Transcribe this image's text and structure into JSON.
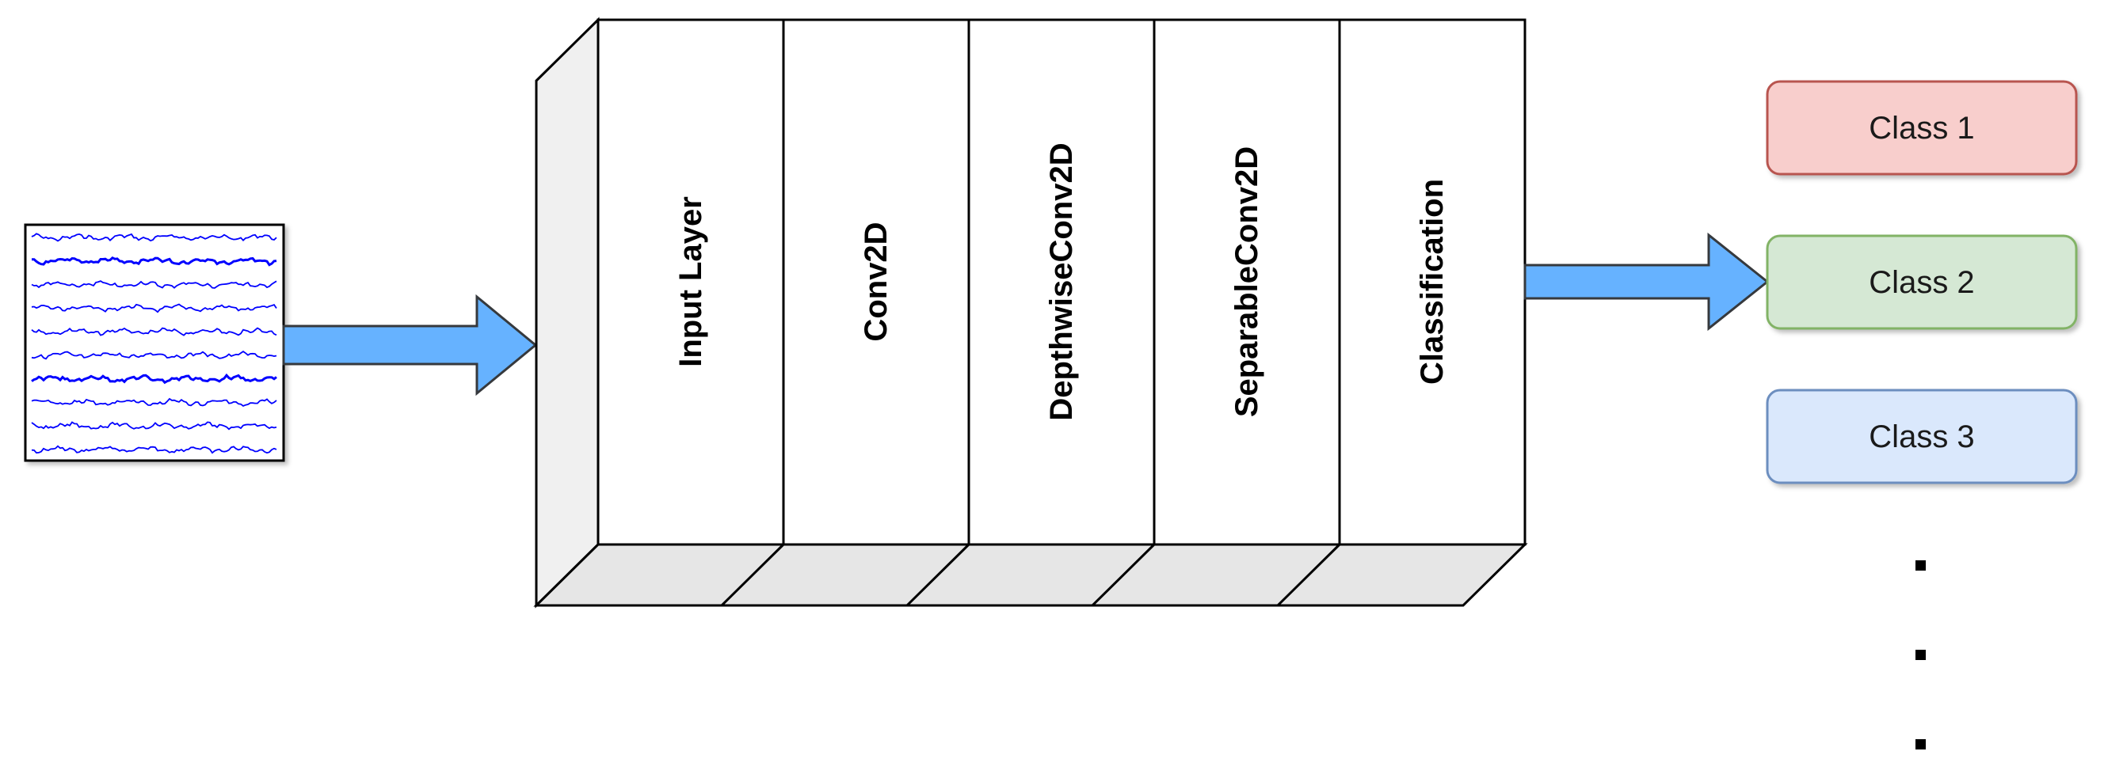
{
  "model": {
    "layers": [
      {
        "label": "Input Layer"
      },
      {
        "label": "Conv2D"
      },
      {
        "label": "DepthwiseConv2D"
      },
      {
        "label": "SeparableConv2D"
      },
      {
        "label": "Classification"
      }
    ]
  },
  "outputs": [
    {
      "label": "Class 1",
      "fill": "#f8cecc",
      "stroke": "#b85450"
    },
    {
      "label": "Class 2",
      "fill": "#d5e8d4",
      "stroke": "#82b366"
    },
    {
      "label": "Class 3",
      "fill": "#dae8fc",
      "stroke": "#6c8ebf"
    }
  ],
  "colors": {
    "arrow_fill": "#66b2ff",
    "arrow_stroke": "#36393d",
    "eeg_trace": "#0000ff"
  }
}
